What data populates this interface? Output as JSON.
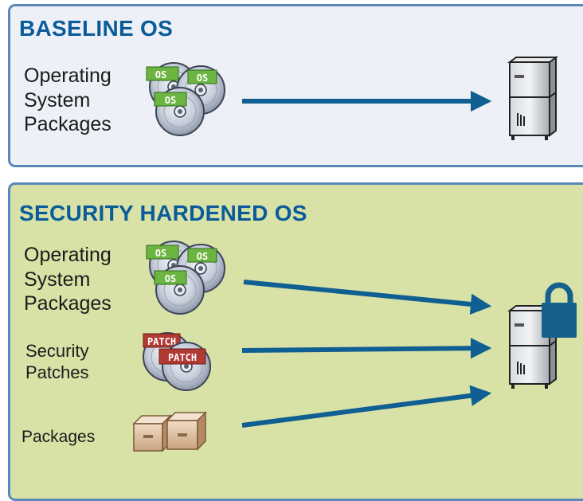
{
  "baseline": {
    "title": "BASELINE OS",
    "os_label": [
      "Operating",
      "System",
      "Packages"
    ],
    "disc_tag": "OS"
  },
  "hardened": {
    "title": "SECURITY HARDENED OS",
    "os_label": [
      "Operating",
      "System",
      "Packages"
    ],
    "patch_label": [
      "Security",
      "Patches"
    ],
    "packages_label": "Packages",
    "disc_tag": "OS",
    "patch_tag": "PATCH"
  },
  "colors": {
    "title_blue": "#0a5b9a",
    "arrow_blue": "#0f5f92",
    "panel_border": "#5a88b8",
    "baseline_bg": "#edf0f6",
    "hardened_bg": "#d8e1a6",
    "os_tag_green": "#6cb540",
    "patch_tag_red": "#b23a35",
    "lock_blue": "#15608c"
  },
  "icons": [
    "disc-stack-icon",
    "patch-disc-icon",
    "box-icon",
    "server-icon",
    "padlock-icon"
  ]
}
